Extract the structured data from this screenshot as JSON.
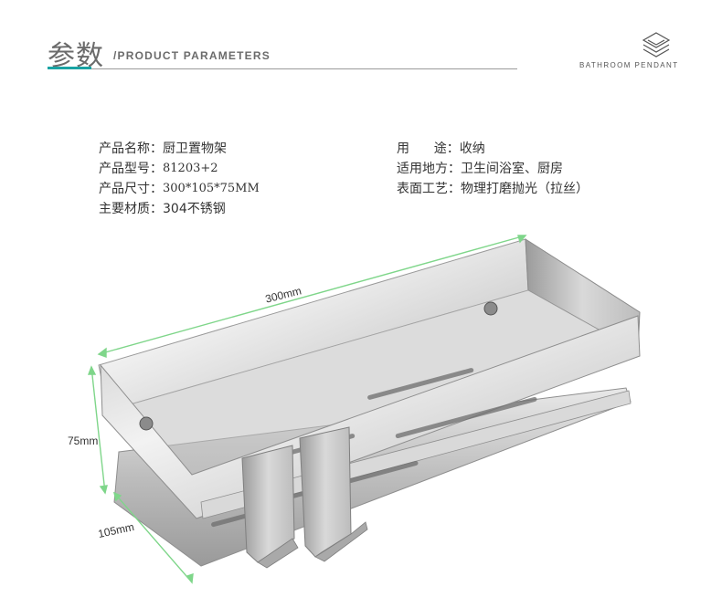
{
  "header": {
    "title_cn": "参数",
    "title_en": "/PRODUCT PARAMETERS",
    "brand": "BATHROOM PENDANT",
    "accent_color": "#1aa3a3",
    "brand_icon": "stacked-layers-icon"
  },
  "params_left": [
    {
      "label": "产品名称：",
      "value": "厨卫置物架"
    },
    {
      "label": "产品型号：",
      "value": "81203+2"
    },
    {
      "label": "产品尺寸：",
      "value": "300*105*75MM"
    },
    {
      "label": "主要材质：",
      "value": "304不锈钢"
    }
  ],
  "params_right": [
    {
      "label": "用      途：",
      "value": "收纳"
    },
    {
      "label": "适用地方：",
      "value": "卫生间浴室、厨房"
    },
    {
      "label": "表面工艺：",
      "value": "物理打磨抛光（拉丝）"
    }
  ],
  "dimensions": {
    "length": "300mm",
    "height": "75mm",
    "depth": "105mm"
  }
}
